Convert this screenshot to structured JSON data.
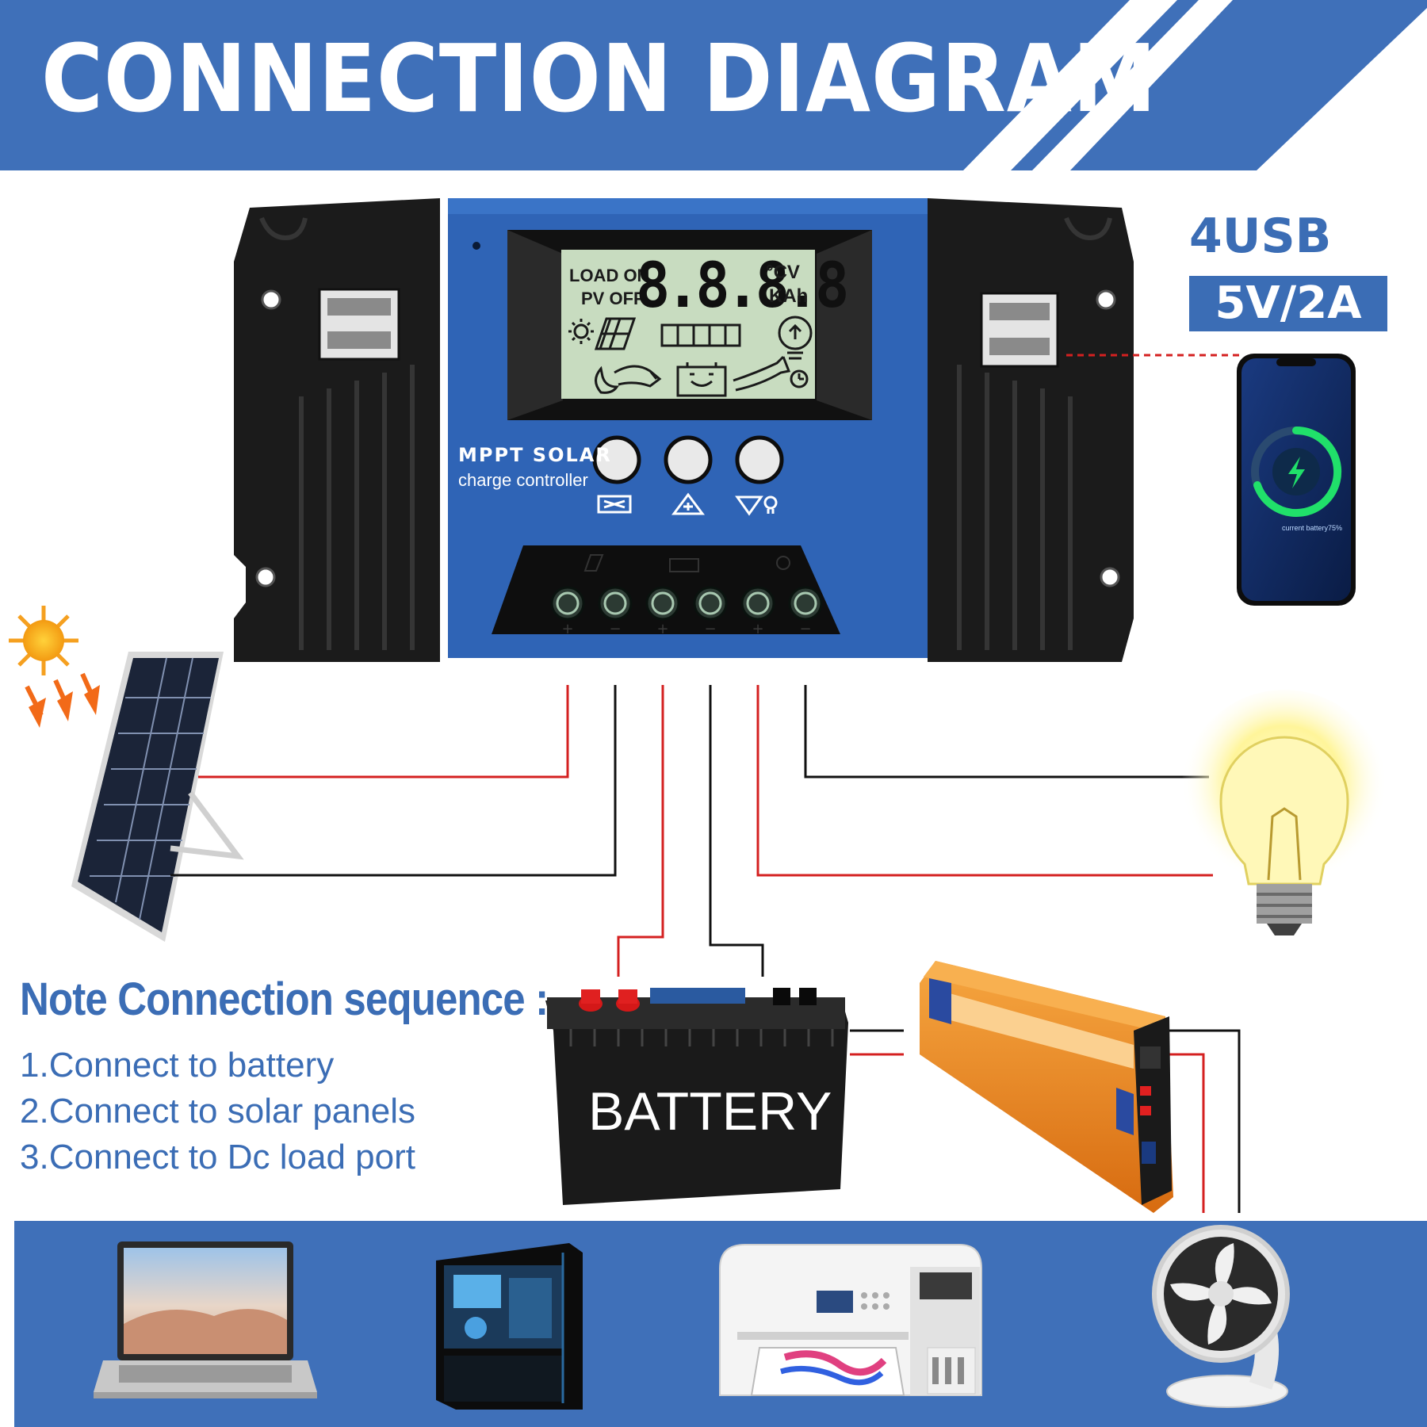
{
  "header": {
    "title": "CONNECTION DIAGRAM"
  },
  "usb": {
    "count_label": "4USB",
    "rating": "5V/2A"
  },
  "controller": {
    "lcd": {
      "load_label": "LOAD ON",
      "pv_label": "PV OFF",
      "digits": "8.8.8.8",
      "unit_top": "°CV",
      "unit_bottom": "KAh"
    },
    "brand_line_1": "MPPT SOLAR",
    "brand_line_2": "charge controller",
    "terminal_signs": [
      "+",
      "−",
      "+",
      "−",
      "+",
      "−"
    ]
  },
  "phone": {
    "status_text": "current battery75%"
  },
  "note": {
    "title": "Note Connection sequence :",
    "steps": [
      "1.Connect to battery",
      "2.Connect to solar panels",
      "3.Connect to Dc load port"
    ]
  },
  "battery": {
    "label": "BATTERY"
  },
  "colors": {
    "brand_blue": "#3b6db5",
    "header_blue": "#3f70b9",
    "controller_blue": "#2f64b6",
    "wire_red": "#d42020",
    "wire_black": "#111111",
    "lcd_green": "#c8dcc0",
    "inverter_orange": "#e8831c"
  },
  "icons": [
    "sun-icon",
    "solar-panel-icon",
    "light-bulb-icon",
    "smartphone-icon",
    "battery-icon",
    "inverter-icon",
    "laptop-icon",
    "desktop-pc-icon",
    "printer-icon",
    "fan-icon",
    "usb-port-icon"
  ]
}
